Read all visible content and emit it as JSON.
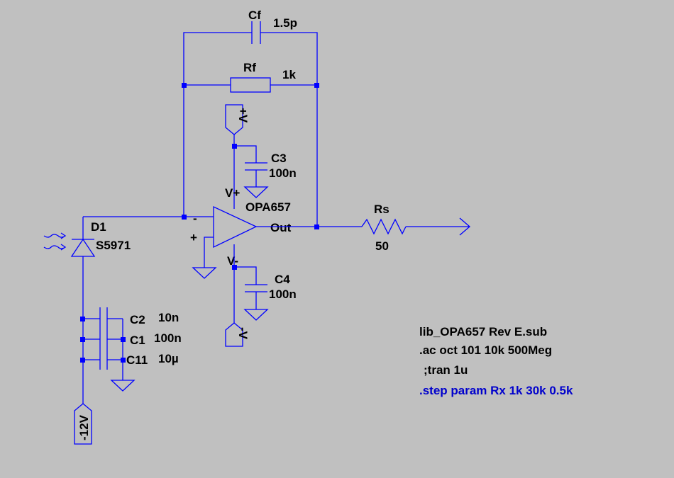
{
  "components": {
    "cf": {
      "name": "Cf",
      "value": "1.5p"
    },
    "rf": {
      "name": "Rf",
      "value": "1k"
    },
    "c3": {
      "name": "C3",
      "value": "100n"
    },
    "c4": {
      "name": "C4",
      "value": "100n"
    },
    "opamp": {
      "name": "OPA657",
      "vplus": "V+",
      "vminus": "V-",
      "out": "Out",
      "inv": "-",
      "noninv": "+"
    },
    "rs": {
      "name": "Rs",
      "value": "50"
    },
    "d1": {
      "name": "D1",
      "value": "S5971"
    },
    "c2": {
      "name": "C2",
      "value": "10n"
    },
    "c1": {
      "name": "C1",
      "value": "100n"
    },
    "c11": {
      "name": "C11",
      "value": "10µ"
    }
  },
  "flags": {
    "vpos": "+V",
    "vneg": "-V",
    "neg12": "-12V"
  },
  "directives": {
    "lib": "lib_OPA657 Rev E.sub",
    "ac": ".ac oct 101 10k 500Meg",
    "tran": ";tran 1u",
    "step": ".step param Rx 1k 30k 0.5k"
  },
  "colors": {
    "wire": "#0000ff",
    "background": "#c0c0c0",
    "step_text": "#0000cc"
  }
}
